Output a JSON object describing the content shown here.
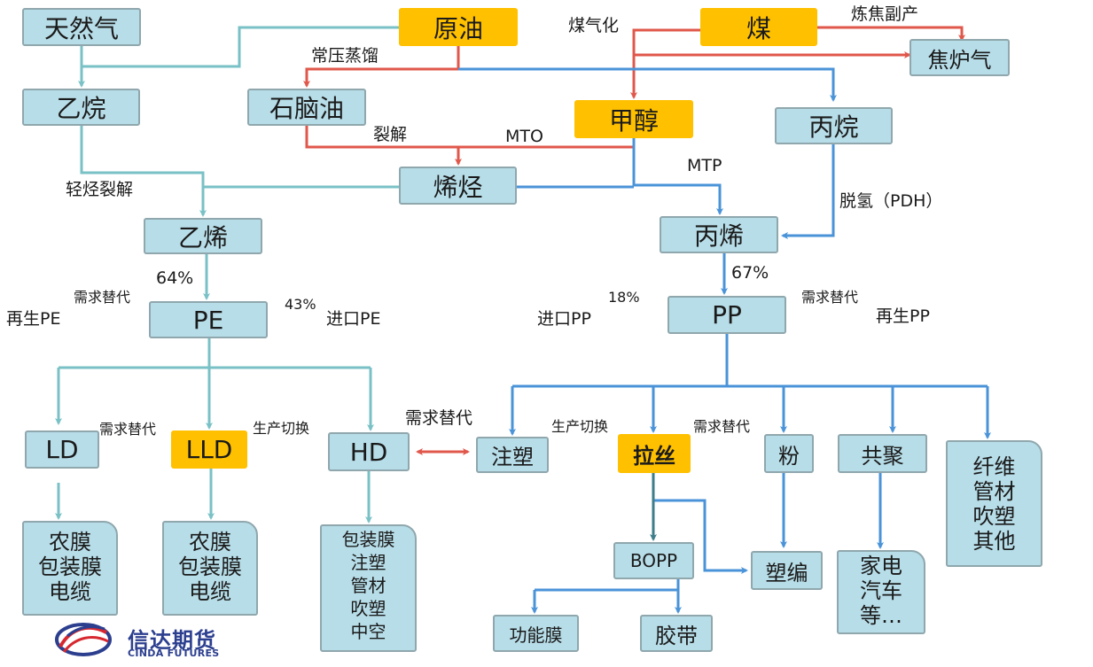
{
  "nodes": {
    "natural_gas": "天然气",
    "crude_oil": "原油",
    "coal": "煤",
    "coke_oven_gas": "焦炉气",
    "ethane": "乙烷",
    "naphtha": "石脑油",
    "methanol": "甲醇",
    "propane": "丙烷",
    "olefin": "烯烃",
    "ethylene": "乙烯",
    "propylene": "丙烯",
    "pe": "PE",
    "pp": "PP",
    "ld": "LD",
    "lld": "LLD",
    "hd": "HD",
    "injection": "注塑",
    "drawing": "拉丝",
    "powder": "粉",
    "copolymer": "共聚",
    "fiber_group": "纤维\n管材\n吹塑\n其他",
    "ld_uses": "农膜\n包装膜\n电缆",
    "lld_uses": "农膜\n包装膜\n电缆",
    "hd_uses": "包装膜\n注塑\n管材\n吹塑\n中空",
    "bopp": "BOPP",
    "woven": "塑编",
    "appliance_group": "家电\n汽车\n等…",
    "functional_film": "功能膜",
    "tape": "胶带"
  },
  "labels": {
    "coal_gasification": "煤气化",
    "coking_byproduct": "炼焦副产",
    "atmospheric_distillation": "常压蒸馏",
    "cracking": "裂解",
    "mto": "MTO",
    "mtp": "MTP",
    "light_cracking": "轻烃裂解",
    "pdh": "脱氢（PDH）",
    "pe_share": "64%",
    "pp_share": "67%",
    "pe_substitute": "需求替代",
    "pe_recycled": "再生PE",
    "pe_import_share": "43%",
    "pe_import": "进口PE",
    "pp_import_share": "18%",
    "pp_import": "进口PP",
    "pp_substitute": "需求替代",
    "pp_recycled": "再生PP",
    "ld_lld_substitute": "需求替代",
    "lld_hd_switch": "生产切换",
    "hd_injection_substitute": "需求替代",
    "injection_drawing_switch": "生产切换",
    "drawing_powder_substitute": "需求替代"
  },
  "logo": {
    "name": "信达期货",
    "english": "CINDA FUTURES"
  },
  "colors": {
    "node_fill": "#b7dde8",
    "node_border": "#8fa7ad",
    "highlight": "#ffc000",
    "pe_flow": "#79c1c6",
    "pp_flow": "#4a93d8",
    "coal_flow": "#e0574b",
    "bopp_flow": "#3e7d8a",
    "logo_blue": "#2c3f8f",
    "logo_red": "#d7282f"
  }
}
